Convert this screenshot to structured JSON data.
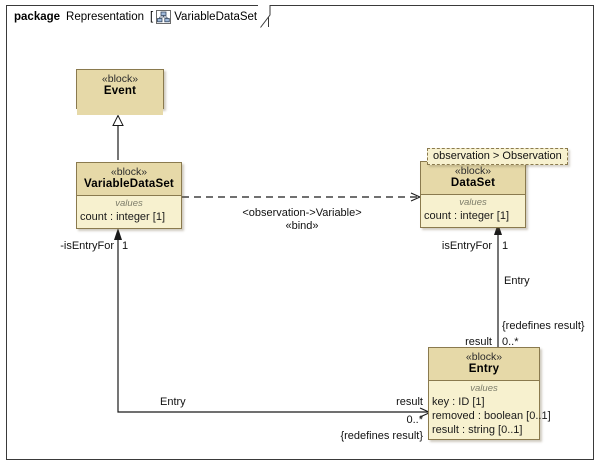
{
  "diagram": {
    "kind": "bdd",
    "frame": {
      "keyword": "package",
      "package_name": "Representation",
      "bracket_open": "[",
      "diagram_icon": "bdd-icon",
      "diagram_name": "VariableDataSet",
      "bracket_close": "]"
    },
    "colors": {
      "block_header_fill": "#e6d9a8",
      "block_body_fill": "#f7f1cf",
      "block_border": "#8a7a4e",
      "line": "#1a1a1a",
      "compartment_label": "#7d7d6a"
    }
  },
  "blocks": [
    {
      "id": "event",
      "stereotype": "«block»",
      "name": "Event",
      "compartment_label": "",
      "attributes": []
    },
    {
      "id": "variabledataset",
      "stereotype": "«block»",
      "name": "VariableDataSet",
      "compartment_label": "values",
      "attributes": [
        "count : integer [1]"
      ]
    },
    {
      "id": "dataset",
      "stereotype": "«block»",
      "name": "DataSet",
      "compartment_label": "values",
      "attributes": [
        "count : integer [1]"
      ],
      "qualified_tab": "observation > Observation"
    },
    {
      "id": "entry",
      "stereotype": "«block»",
      "name": "Entry",
      "compartment_label": "values",
      "attributes": [
        "key : ID [1]",
        "removed : boolean [0..1]",
        "result : string [0..1]"
      ]
    }
  ],
  "edges": {
    "generalization": {
      "from": "VariableDataSet",
      "to": "Event",
      "arrow": "hollow-triangle"
    },
    "bind_dependency": {
      "from": "VariableDataSet",
      "to": "DataSet",
      "arrow": "open-arrow",
      "style": "dashed",
      "label_binding": "<observation->Variable>",
      "label_stereotype": "«bind»"
    },
    "left_composition": {
      "source_end_role": "-isEntryFor",
      "source_end_mult": "1",
      "target_end_role": "Entry",
      "target_end_role2": "result",
      "target_end_mult": "0..*",
      "constraint": "{redefines result}"
    },
    "right_composition": {
      "source_end_role": "isEntryFor",
      "source_end_mult": "1",
      "target_end_role": "Entry",
      "target_end_role2": "result",
      "target_end_mult": "0..*",
      "constraint": "{redefines result}"
    }
  }
}
